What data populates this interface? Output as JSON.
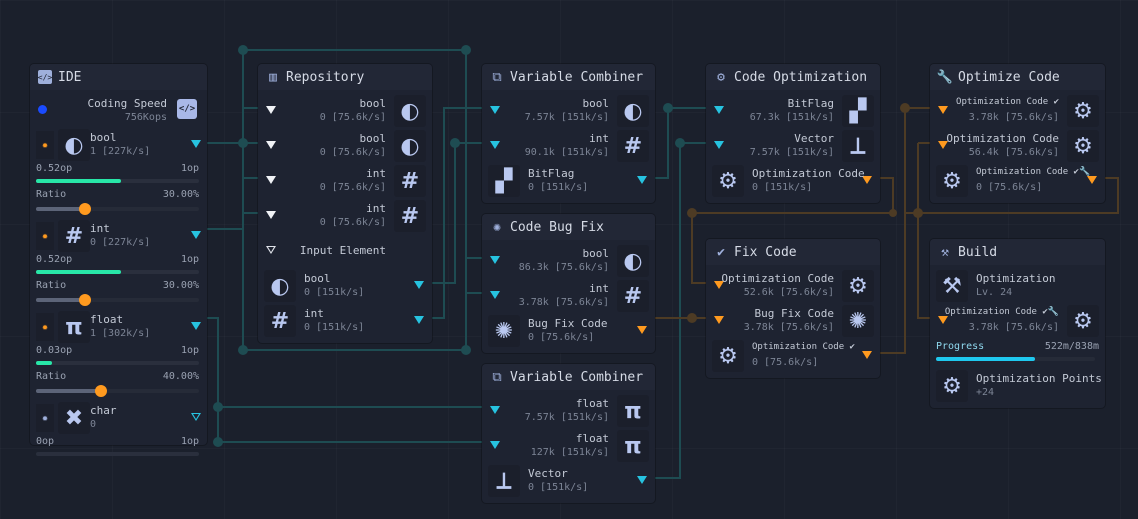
{
  "colors": {
    "background": "#1b202c",
    "node": "#1e2331",
    "input_port": "#27c3e0",
    "flow_port": "#ff9a1f",
    "progress_bar": "#28e6a8",
    "slider_knob": "#ff9a1f",
    "wire_teal": "#1e4c52",
    "wire_orange": "#4d3b24"
  },
  "ide": {
    "title": "IDE",
    "icon": "code-icon",
    "coding_speed_label": "Coding Speed",
    "coding_speed_value": "756Kops",
    "variables": [
      {
        "name": "bool",
        "icon": "bool-icon",
        "value": "1 [227k/s]",
        "min": "0.52op",
        "max": "1op",
        "fill": 0.52,
        "ratio_label": "Ratio",
        "ratio": "30.00%",
        "ratio_value": 0.3
      },
      {
        "name": "int",
        "icon": "int-icon",
        "value": "0 [227k/s]",
        "min": "0.52op",
        "max": "1op",
        "fill": 0.52,
        "ratio_label": "Ratio",
        "ratio": "30.00%",
        "ratio_value": 0.3
      },
      {
        "name": "float",
        "icon": "float-icon",
        "value": "1 [302k/s]",
        "min": "0.03op",
        "max": "1op",
        "fill": 0.1,
        "ratio_label": "Ratio",
        "ratio": "40.00%",
        "ratio_value": 0.4
      },
      {
        "name": "char",
        "icon": "char-icon",
        "value": "0",
        "min": "0op",
        "max": "1op",
        "fill": 0
      }
    ]
  },
  "nodes": [
    {
      "id": "repository",
      "title": "Repository",
      "icon": "books-icon",
      "rows": [
        {
          "dir": "in",
          "port": "white",
          "label": "bool",
          "value": "0 [75.6k/s]",
          "icon": "bool"
        },
        {
          "dir": "in",
          "port": "white",
          "label": "bool",
          "value": "0 [75.6k/s]",
          "icon": "bool"
        },
        {
          "dir": "in",
          "port": "white",
          "label": "int",
          "value": "0 [75.6k/s]",
          "icon": "int"
        },
        {
          "dir": "in",
          "port": "white",
          "label": "int",
          "value": "0 [75.6k/s]",
          "icon": "int"
        },
        {
          "dir": "in",
          "port": "hollowwhite",
          "label": "Input Element",
          "icon": "none"
        },
        {
          "dir": "out",
          "port": "cyan",
          "label": "bool",
          "value": "0 [151k/s]",
          "icon": "bool"
        },
        {
          "dir": "out",
          "port": "cyan",
          "label": "int",
          "value": "0 [151k/s]",
          "icon": "int"
        }
      ]
    },
    {
      "id": "vc1",
      "title": "Variable Combiner",
      "icon": "combine-icon",
      "rows": [
        {
          "dir": "in",
          "port": "cyan",
          "label": "bool",
          "value": "7.57k [151k/s]",
          "icon": "bool"
        },
        {
          "dir": "in",
          "port": "cyan",
          "label": "int",
          "value": "90.1k [151k/s]",
          "icon": "int"
        },
        {
          "dir": "out",
          "port": "cyan",
          "label": "BitFlag",
          "value": "0 [151k/s]",
          "icon": "bitflag"
        }
      ]
    },
    {
      "id": "bugfix",
      "title": "Code Bug Fix",
      "icon": "bug-icon",
      "rows": [
        {
          "dir": "in",
          "port": "cyan",
          "label": "bool",
          "value": "86.3k [75.6k/s]",
          "icon": "bool"
        },
        {
          "dir": "in",
          "port": "cyan",
          "label": "int",
          "value": "3.78k [75.6k/s]",
          "icon": "int"
        },
        {
          "dir": "out",
          "port": "orange",
          "label": "Bug Fix Code",
          "value": "0 [75.6k/s]",
          "icon": "bug"
        }
      ]
    },
    {
      "id": "vc2",
      "title": "Variable Combiner",
      "icon": "combine-icon",
      "rows": [
        {
          "dir": "in",
          "port": "cyan",
          "label": "float",
          "value": "7.57k [151k/s]",
          "icon": "float"
        },
        {
          "dir": "in",
          "port": "cyan",
          "label": "float",
          "value": "127k [151k/s]",
          "icon": "float"
        },
        {
          "dir": "out",
          "port": "cyan",
          "label": "Vector",
          "value": "0 [151k/s]",
          "icon": "vector"
        }
      ]
    },
    {
      "id": "codeopt",
      "title": "Code Optimization",
      "icon": "optimization-gear-icon",
      "rows": [
        {
          "dir": "in",
          "port": "cyan",
          "label": "BitFlag",
          "value": "67.3k [151k/s]",
          "icon": "bitflag"
        },
        {
          "dir": "in",
          "port": "cyan",
          "label": "Vector",
          "value": "7.57k [151k/s]",
          "icon": "vector"
        },
        {
          "dir": "out",
          "port": "orange",
          "label": "Optimization Code",
          "value": "0 [151k/s]",
          "icon": "gear"
        }
      ]
    },
    {
      "id": "fixcode",
      "title": "Fix Code",
      "icon": "check-icon",
      "rows": [
        {
          "dir": "in",
          "port": "orange",
          "label": "Optimization Code",
          "value": "52.6k [75.6k/s]",
          "icon": "gear"
        },
        {
          "dir": "in",
          "port": "orange",
          "label": "Bug Fix Code",
          "value": "3.78k [75.6k/s]",
          "icon": "bug"
        },
        {
          "dir": "out",
          "port": "orange",
          "label": "Optimization Code ✔",
          "value": "0 [75.6k/s]",
          "icon": "gear",
          "small": true
        }
      ]
    },
    {
      "id": "optimize",
      "title": "Optimize Code",
      "icon": "wrench-icon",
      "rows": [
        {
          "dir": "in",
          "port": "orange",
          "label": "Optimization Code ✔",
          "value": "3.78k [75.6k/s]",
          "icon": "gear",
          "small": true
        },
        {
          "dir": "in",
          "port": "orange",
          "label": "Optimization Code",
          "value": "56.4k [75.6k/s]",
          "icon": "gear"
        },
        {
          "dir": "out",
          "port": "orange",
          "label": "Optimization Code ✔🔧",
          "value": "0 [75.6k/s]",
          "icon": "gear",
          "small": true
        }
      ]
    },
    {
      "id": "build",
      "title": "Build",
      "icon": "hammer-icon",
      "rows": [
        {
          "dir": "out",
          "port": "none",
          "label": "Optimization",
          "value": "Lv. 24",
          "icon": "hammer"
        },
        {
          "dir": "in",
          "port": "orange",
          "label": "Optimization Code ✔🔧",
          "value": "3.78k [75.6k/s]",
          "icon": "gear",
          "small": true
        }
      ],
      "progress": {
        "label": "Progress",
        "value": "522m/838m",
        "fraction": 0.6229
      },
      "points": {
        "label": "Optimization Points",
        "value": "+24",
        "icon": "gear"
      }
    }
  ]
}
